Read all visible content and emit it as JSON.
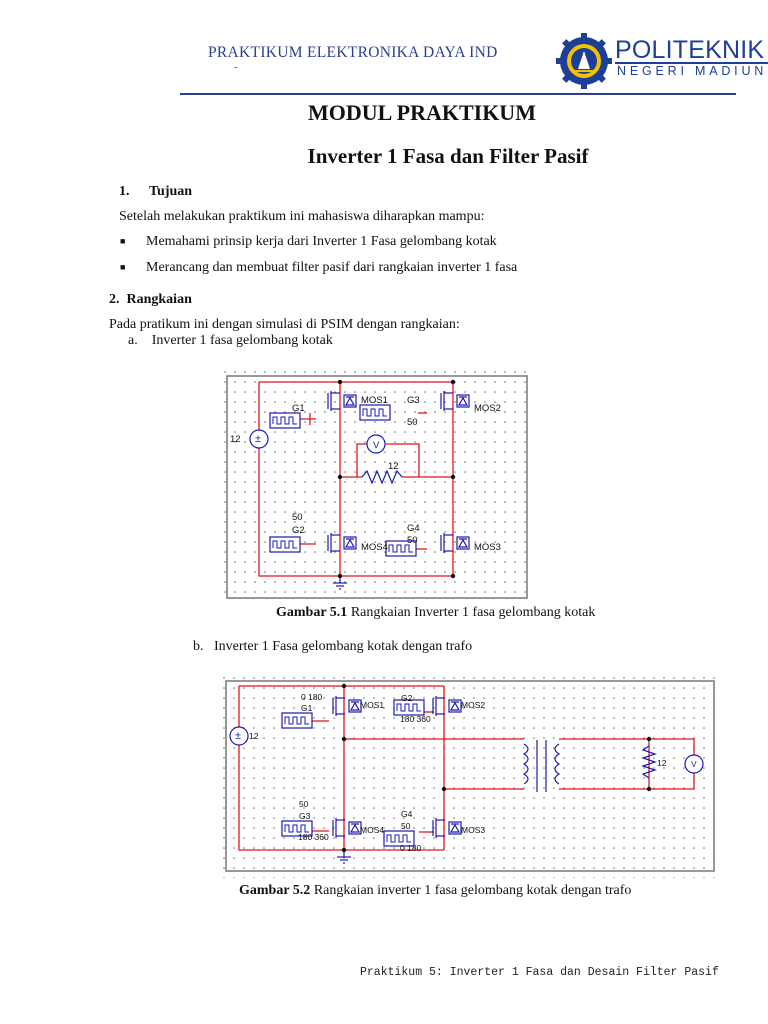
{
  "header": {
    "title": "PRAKTIKUM ELEKTRONIKA DAYA IND",
    "logo_line1": "POLITEKNIK",
    "logo_line2": "NEGERI MADIUN"
  },
  "module": {
    "title": "MODUL PRAKTIKUM",
    "subtitle": "Inverter 1 Fasa dan Filter Pasif"
  },
  "section1": {
    "number": "1.",
    "heading": "Tujuan",
    "intro": "Setelah melakukan praktikum ini mahasiswa diharapkan mampu:",
    "bullets": [
      "Memahami prinsip kerja dari Inverter 1 Fasa gelombang kotak",
      "Merancang dan membuat filter pasif dari rangkaian inverter 1 fasa"
    ]
  },
  "section2": {
    "heading": "2.  Rangkaian",
    "intro": "Pada pratikum ini dengan simulasi di PSIM dengan rangkaian:",
    "item_a": "a.    Inverter 1 fasa gelombang kotak",
    "item_b": "b.   Inverter 1 Fasa gelombang kotak dengan trafo"
  },
  "figure1": {
    "caption_label": "Gambar 5.1",
    "caption_text": " Rangkaian Inverter 1 fasa gelombang kotak",
    "labels": {
      "g1": "G1",
      "g2": "G2",
      "g3": "G3",
      "g4": "G4",
      "mos1": "MOS1",
      "mos2": "MOS2",
      "mos3": "MOS3",
      "mos4": "MOS4",
      "vsrc": "12",
      "load": "12",
      "v": "V",
      "g2_val": "50",
      "g3_val": "50",
      "g4_val": "50"
    }
  },
  "figure2": {
    "caption_label": "Gambar 5.2",
    "caption_text": " Rangkaian inverter 1 fasa gelombang kotak dengan trafo",
    "labels": {
      "g1": "G1",
      "g2": "G2",
      "g3": "G3",
      "g4": "G4",
      "mos1": "MOS1",
      "mos2": "MOS2",
      "mos3": "MOS3",
      "mos4": "MOS4",
      "vsrc": "12",
      "load": "12",
      "v": "V",
      "g1_val": "0 180",
      "g2_val": "180 360",
      "g3_val": "50",
      "g3_val2": "180 360",
      "g4_val": "50",
      "g4_val2": "0 180"
    }
  },
  "footer": {
    "text": "Praktikum 5: Inverter 1 Fasa dan Desain Filter Pasif"
  },
  "colors": {
    "header_blue": "#2a3f8f",
    "wire_red": "#e0161b",
    "component_blue": "#1a1ab0",
    "grid_dot": "#6b6b6b"
  }
}
